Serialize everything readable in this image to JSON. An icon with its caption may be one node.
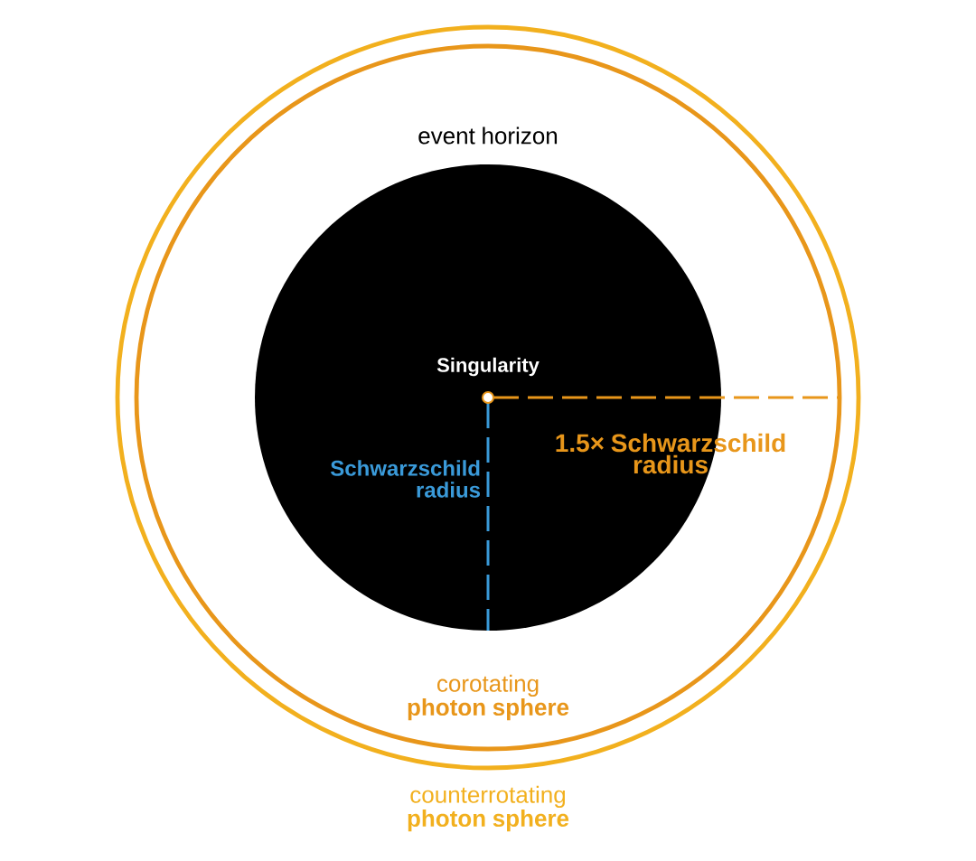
{
  "diagram": {
    "nodes": [
      {
        "text": [
          "counterrotating **photon sphere**"
        ]
      },
      {
        "text": [
          "corotating **photon sphere**"
        ],
        "in": 0
      },
      {
        "text": [
          "event horizon"
        ],
        "in": 1
      },
      {
        "text": [
          "Singularity"
        ],
        "in": 2
      }
    ],
    "labels": [
      "Schwarzschild radius",
      "1.5× Schwarzschild radius"
    ]
  }
}
